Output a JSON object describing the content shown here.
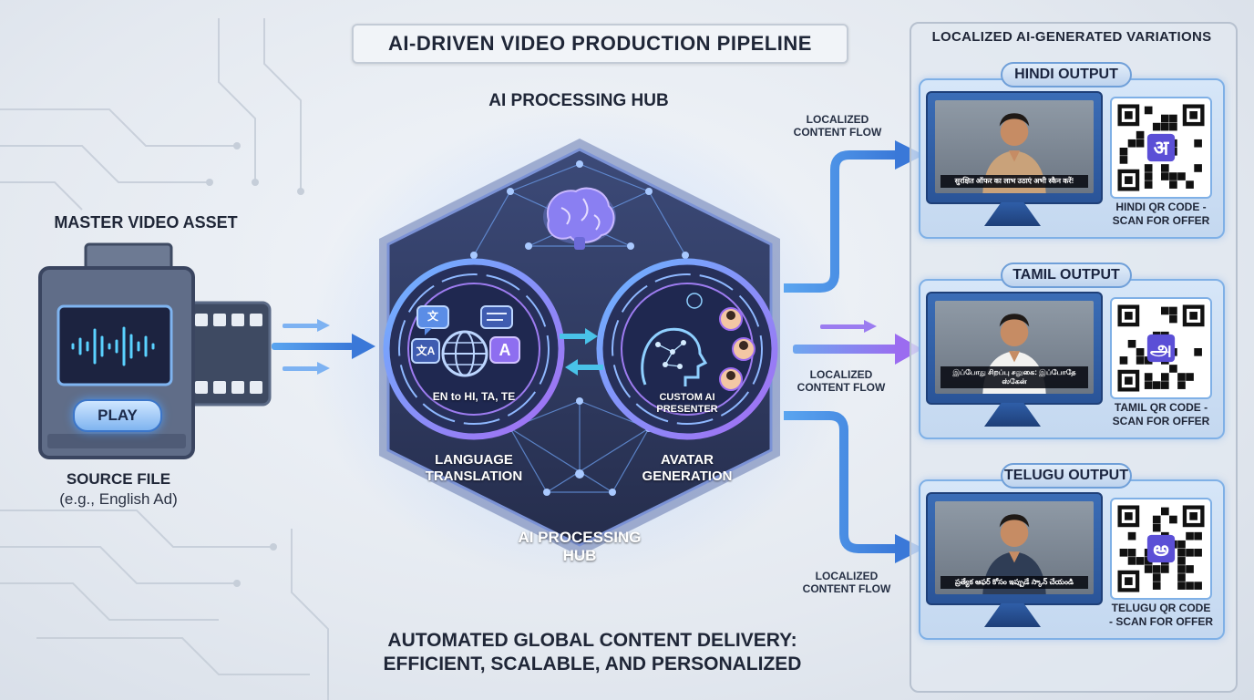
{
  "title": "AI-DRIVEN VIDEO PRODUCTION PIPELINE",
  "source": {
    "heading": "MASTER VIDEO ASSET",
    "play_label": "PLAY",
    "file_label": "SOURCE FILE",
    "file_note": "(e.g., English Ad)"
  },
  "hub": {
    "top_label": "AI PROCESSING HUB",
    "inner_label_line1": "AI PROCESSING",
    "inner_label_line2": "HUB",
    "translation": {
      "languages": "EN to HI, TA, TE",
      "label_line1": "LANGUAGE",
      "label_line2": "TRANSLATION",
      "glyph_a": "A",
      "glyph_ta": "文A"
    },
    "avatar": {
      "presenter_line1": "CUSTOM AI",
      "presenter_line2": "PRESENTER",
      "label_line1": "AVATAR",
      "label_line2": "GENERATION"
    }
  },
  "flows": [
    {
      "line1": "LOCALIZED",
      "line2": "CONTENT FLOW"
    },
    {
      "line1": "LOCALIZED",
      "line2": "CONTENT FLOW"
    },
    {
      "line1": "LOCALIZED",
      "line2": "CONTENT FLOW"
    }
  ],
  "outputs_panel_title": "LOCALIZED AI-GENERATED VARIATIONS",
  "outputs": [
    {
      "title": "HINDI OUTPUT",
      "subtitle": "सुरक्षित ऑफर का लाभ उठाएं अभी स्कैन करें!",
      "qr_glyph": "अ",
      "caption_line1": "HINDI QR CODE -",
      "caption_line2": "SCAN FOR OFFER",
      "shirt_color": "#c9a27a"
    },
    {
      "title": "TAMIL OUTPUT",
      "subtitle": "இப்போது சிறப்பு சலுகை: இப்போதே ஸ்கேன்",
      "qr_glyph": "அ",
      "caption_line1": "TAMIL QR CODE -",
      "caption_line2": "SCAN FOR OFFER",
      "shirt_color": "#f2f2f0"
    },
    {
      "title": "TELUGU OUTPUT",
      "subtitle": "ప్రత్యేక ఆఫర్ కోసం ఇప్పుడే స్కాన్ చేయండి",
      "qr_glyph": "అ",
      "caption_line1": "TELUGU QR CODE",
      "caption_line2": "- SCAN FOR OFFER",
      "shirt_color": "#2f3d55"
    }
  ],
  "footer_line1": "AUTOMATED GLOBAL CONTENT DELIVERY:",
  "footer_line2": "EFFICIENT, SCALABLE, AND PERSONALIZED",
  "colors": {
    "accent_blue": "#4a90e8",
    "accent_purple": "#9b6cf0",
    "hub_dark": "#2c3557",
    "panel_border": "#7fb0e6"
  }
}
